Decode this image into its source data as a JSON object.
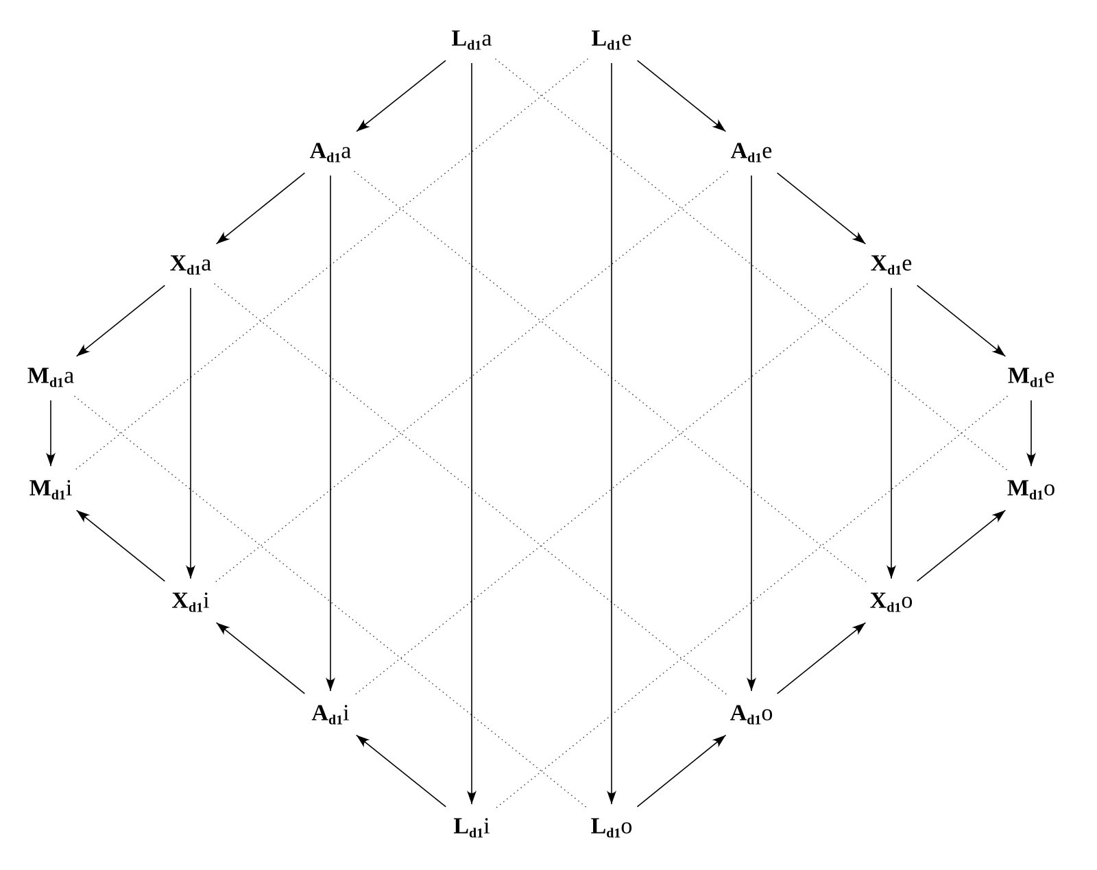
{
  "colors": {
    "line": "#000000",
    "dotted": "#333333",
    "background": "#ffffff"
  },
  "nodes": {
    "L_a": {
      "letter": "L",
      "sub": "d1",
      "suffix": "a"
    },
    "L_e": {
      "letter": "L",
      "sub": "d1",
      "suffix": "e"
    },
    "A_a": {
      "letter": "A",
      "sub": "d1",
      "suffix": "a"
    },
    "A_e": {
      "letter": "A",
      "sub": "d1",
      "suffix": "e"
    },
    "X_a": {
      "letter": "X",
      "sub": "d1",
      "suffix": "a"
    },
    "X_e": {
      "letter": "X",
      "sub": "d1",
      "suffix": "e"
    },
    "M_a": {
      "letter": "M",
      "sub": "d1",
      "suffix": "a"
    },
    "M_e": {
      "letter": "M",
      "sub": "d1",
      "suffix": "e"
    },
    "M_i": {
      "letter": "M",
      "sub": "d1",
      "suffix": "i"
    },
    "M_o": {
      "letter": "M",
      "sub": "d1",
      "suffix": "o"
    },
    "X_i": {
      "letter": "X",
      "sub": "d1",
      "suffix": "i"
    },
    "X_o": {
      "letter": "X",
      "sub": "d1",
      "suffix": "o"
    },
    "A_i": {
      "letter": "A",
      "sub": "d1",
      "suffix": "i"
    },
    "A_o": {
      "letter": "A",
      "sub": "d1",
      "suffix": "o"
    },
    "L_i": {
      "letter": "L",
      "sub": "d1",
      "suffix": "i"
    },
    "L_o": {
      "letter": "L",
      "sub": "d1",
      "suffix": "o"
    }
  },
  "arrows": [
    {
      "from": "L_a",
      "to": "A_a"
    },
    {
      "from": "A_a",
      "to": "X_a"
    },
    {
      "from": "X_a",
      "to": "M_a"
    },
    {
      "from": "M_a",
      "to": "M_i"
    },
    {
      "from": "L_e",
      "to": "A_e"
    },
    {
      "from": "A_e",
      "to": "X_e"
    },
    {
      "from": "X_e",
      "to": "M_e"
    },
    {
      "from": "M_e",
      "to": "M_o"
    },
    {
      "from": "L_i",
      "to": "A_i"
    },
    {
      "from": "A_i",
      "to": "X_i"
    },
    {
      "from": "X_i",
      "to": "M_i"
    },
    {
      "from": "L_o",
      "to": "A_o"
    },
    {
      "from": "A_o",
      "to": "X_o"
    },
    {
      "from": "X_o",
      "to": "M_o"
    },
    {
      "from": "L_a",
      "to": "L_i"
    },
    {
      "from": "L_e",
      "to": "L_o"
    },
    {
      "from": "A_a",
      "to": "A_i"
    },
    {
      "from": "A_e",
      "to": "A_o"
    },
    {
      "from": "X_a",
      "to": "X_i"
    },
    {
      "from": "X_e",
      "to": "X_o"
    }
  ],
  "dotted": [
    {
      "from": "L_a",
      "to": "M_o"
    },
    {
      "from": "A_a",
      "to": "X_o"
    },
    {
      "from": "X_a",
      "to": "A_o"
    },
    {
      "from": "M_a",
      "to": "L_o"
    },
    {
      "from": "L_e",
      "to": "M_i"
    },
    {
      "from": "A_e",
      "to": "X_i"
    },
    {
      "from": "X_e",
      "to": "A_i"
    },
    {
      "from": "M_e",
      "to": "L_i"
    }
  ]
}
